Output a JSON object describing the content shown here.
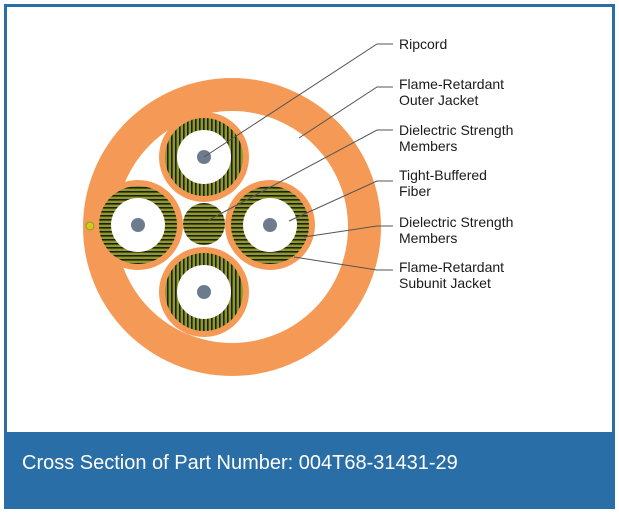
{
  "labels": {
    "ripcord": "Ripcord",
    "outer_jacket_1": "Flame-Retardant",
    "outer_jacket_2": "Outer Jacket",
    "strength_top_1": "Dielectric Strength",
    "strength_top_2": "Members",
    "fiber_1": "Tight-Buffered",
    "fiber_2": "Fiber",
    "strength_bottom_1": "Dielectric Strength",
    "strength_bottom_2": "Members",
    "subunit_jacket_1": "Flame-Retardant",
    "subunit_jacket_2": "Subunit Jacket"
  },
  "caption": "Cross Section of Part Number: 004T68-31431-29",
  "colors": {
    "frame": "#2a6ea7",
    "outer_jacket": "#f59a56",
    "subunit_jacket": "#f59a56",
    "strength_yarn": "#8e9a23",
    "yarn_stripe": "#1e1e1e",
    "buffer": "#ffffff",
    "fiber_core": "#6d7b8c",
    "caption_text": "#ffffff"
  }
}
